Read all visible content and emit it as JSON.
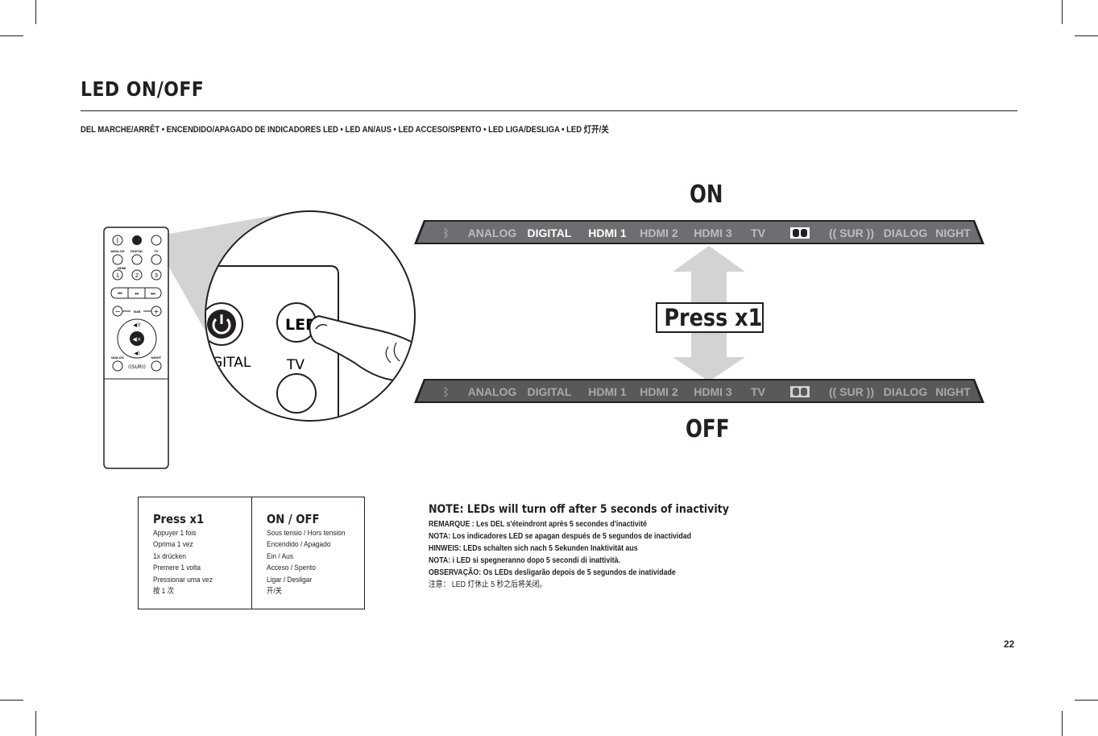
{
  "page": {
    "title": "LED ON/OFF",
    "subtitle": "DEL MARCHE/ARRÊT • ENCENDIDO/APAGADO DE INDICADORES LED • LED AN/AUS • LED ACCESO/SPENTO • LED LIGA/DESLIGA • LED 灯开/关",
    "page_number": "22"
  },
  "diagram": {
    "on_label": "ON",
    "off_label": "OFF",
    "press_label": "Press x1",
    "led_bar": [
      "ANALOG",
      "DIGITAL",
      "HDMI 1",
      "HDMI 2",
      "HDMI 3",
      "TV",
      "(( SUR ))",
      "DIALOG",
      "NIGHT"
    ],
    "zoom_labels": {
      "led": "LED",
      "digital": "GITAL",
      "tv": "TV"
    },
    "remote_labels": {
      "analog": "ANALOG",
      "digital": "DIGITAL",
      "tv": "TV",
      "hdmi": "HDMI",
      "dialog": "DIALOG",
      "night": "NIGHT",
      "sub": "SUB",
      "one": "1",
      "two": "2",
      "three": "3"
    }
  },
  "instructions": {
    "press": {
      "heading": "Press x1",
      "lines": [
        "Appuyer 1 fois",
        "Oprima 1 vez",
        "1x drücken",
        "Premere 1 volta",
        "Pressionar uma vez",
        "按 1 次"
      ]
    },
    "onoff": {
      "heading": "ON / OFF",
      "lines": [
        "Sous tensio  / Hors tension",
        "Encendido / Apagado",
        "Ein / Aus",
        "Acceso / Spento",
        "Ligar / Desligar",
        "开/关"
      ]
    }
  },
  "note": {
    "heading": "NOTE: LEDs will turn off after 5 seconds of inactivity",
    "lines": [
      "REMARQUE : Les DEL s'éteindront après 5 secondes d'inactivité",
      "NOTA: Los indicadores LED se apagan después de 5 segundos de inactividad",
      "HINWEIS: LEDs schalten sich nach 5 Sekunden Inaktivität aus",
      "NOTA: i LED si spegneranno dopo 5 secondi di inattività.",
      "OBSERVAÇÃO: Os LEDs desligarão depois de 5 segundos de inatividade",
      "注意：   LED 灯休止  5 秒之后将关闭。"
    ]
  },
  "colors": {
    "ink": "#231f20",
    "bar_on": "#6d6e71",
    "bar_off": "#58595b",
    "lit_text": "#ffffff",
    "dim_text": "#bcbec0",
    "arrow": "#d1d3d4",
    "zoom_fill": "#c7c8ca"
  }
}
